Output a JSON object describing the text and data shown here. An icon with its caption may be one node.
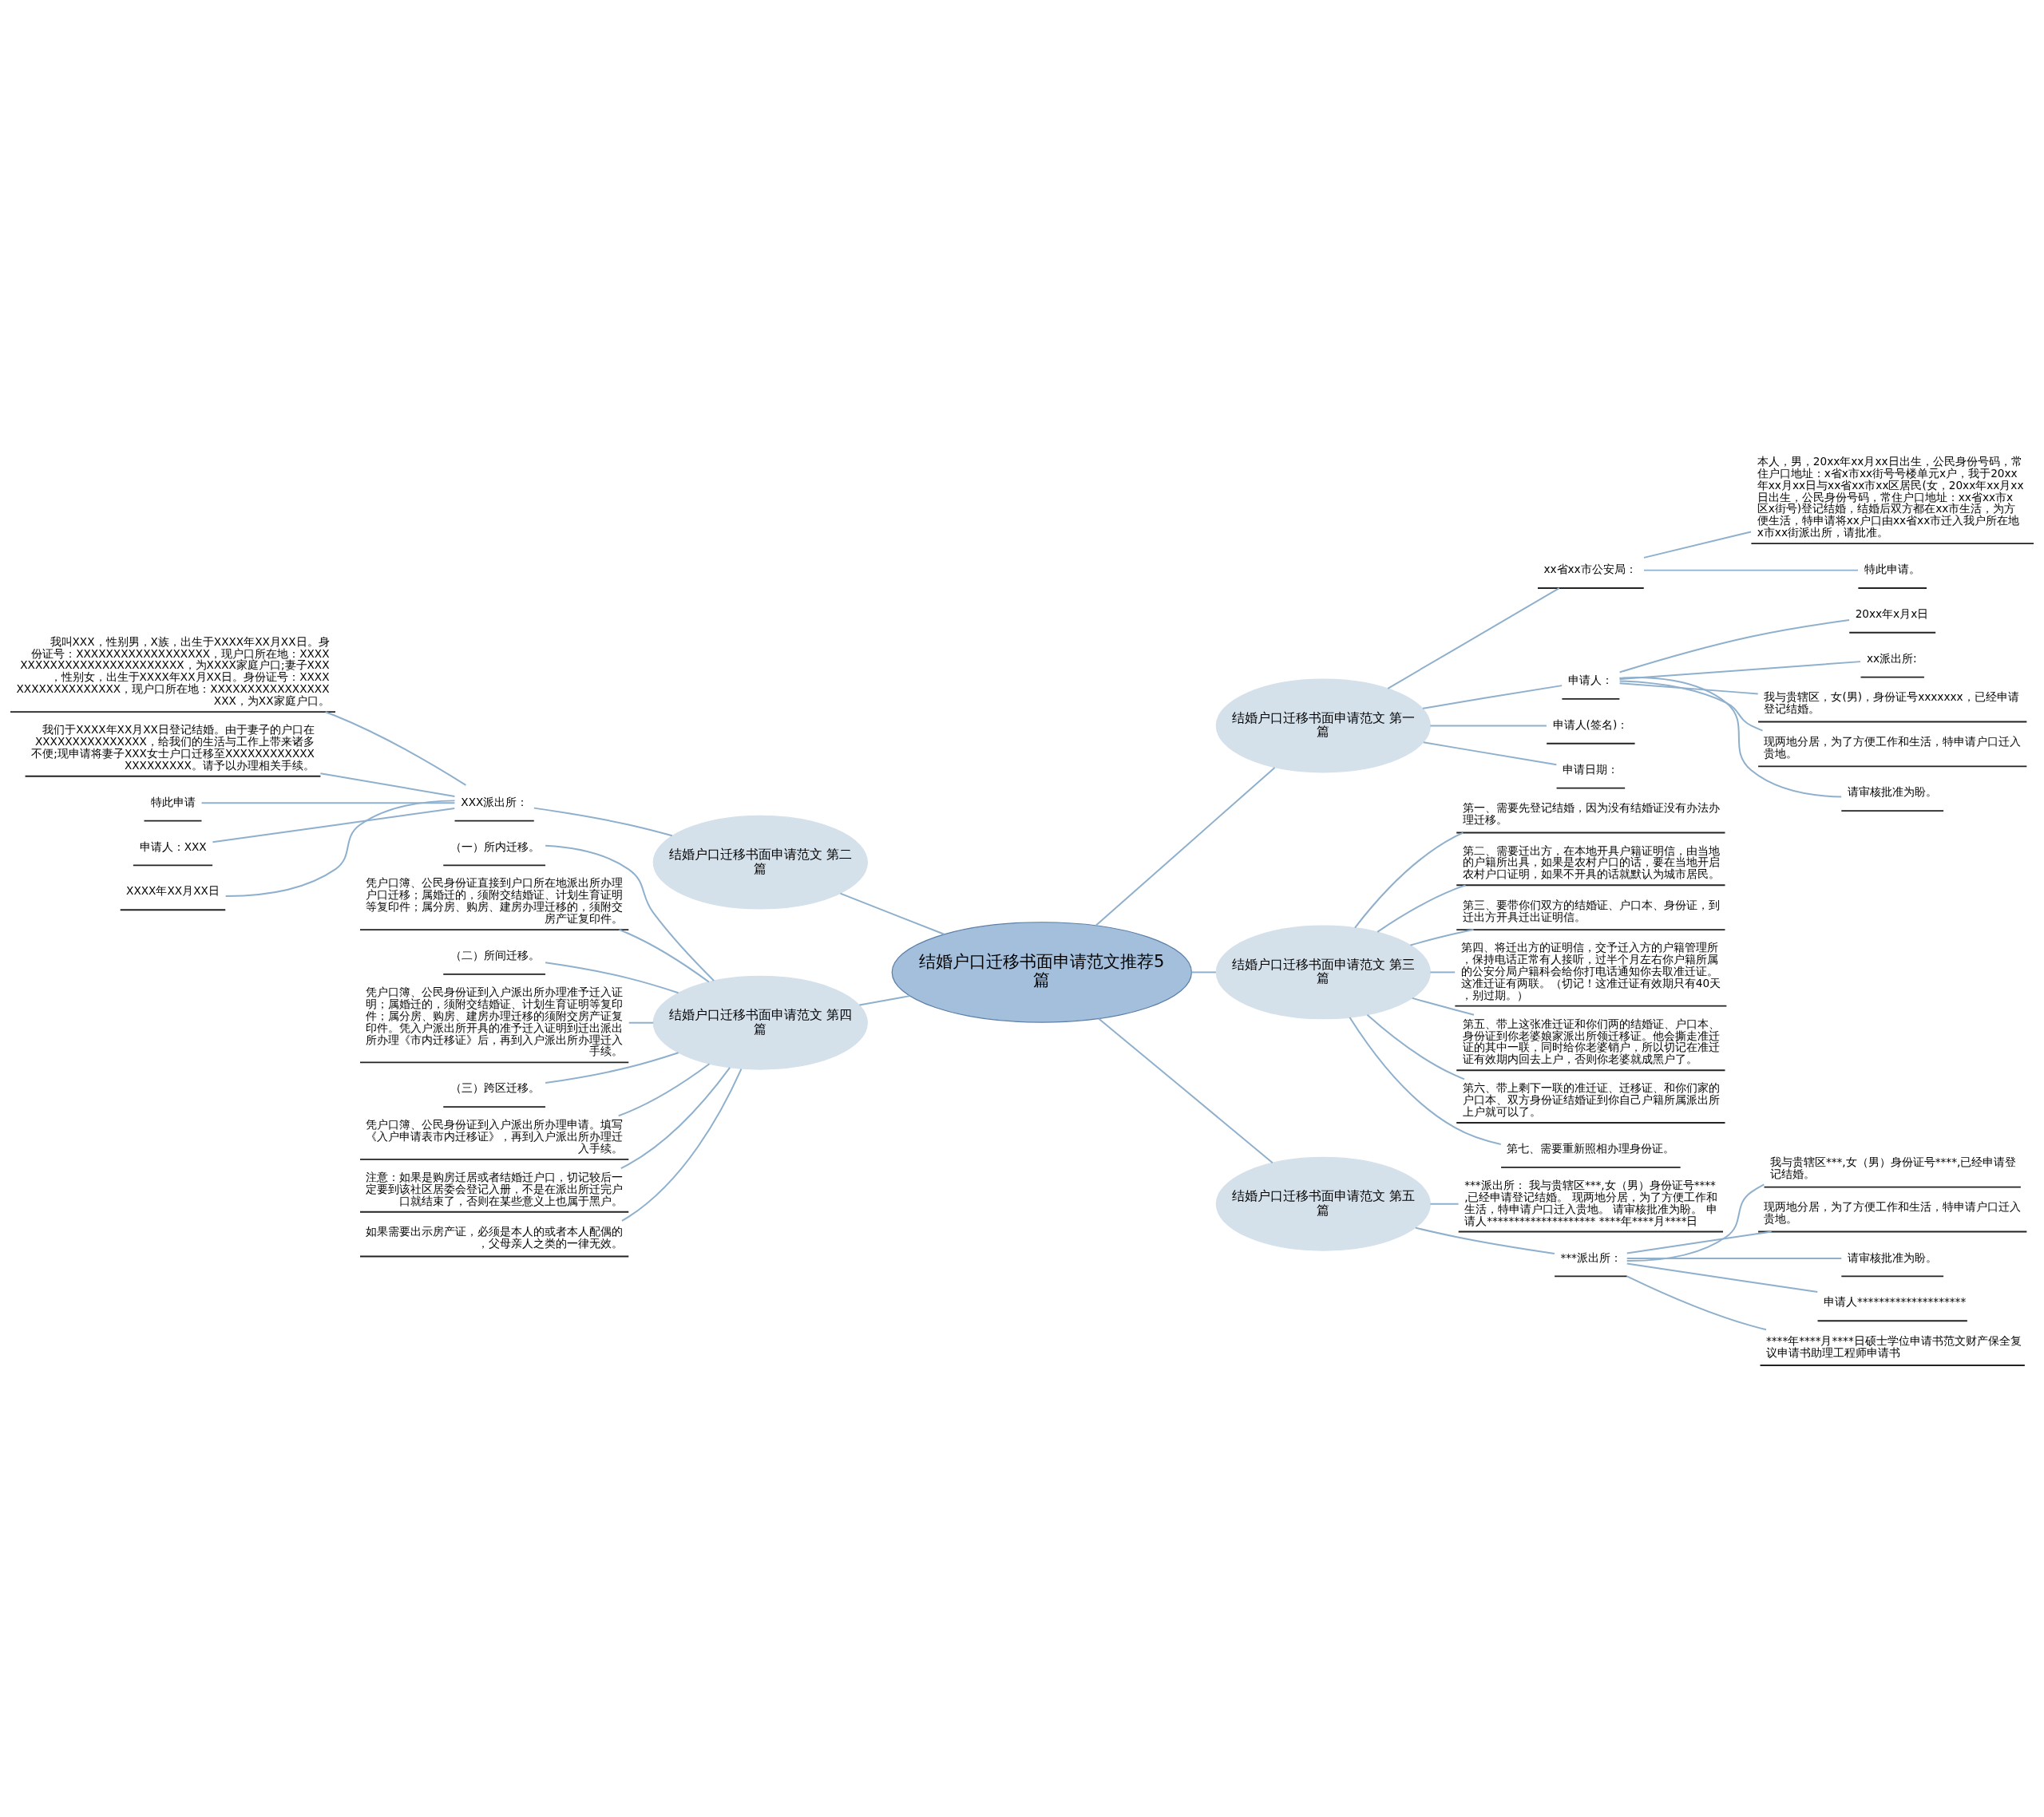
{
  "diagram": {
    "nodes": [
      {
        "text": [
          "结婚户口迁移书面申请范文推荐5篇"
        ]
      },
      {
        "text": [
          "结婚户口迁移书面申请范文 第一篇"
        ]
      },
      {
        "text": [
          "xx省xx市公安局："
        ]
      },
      {
        "text": [
          "本人，男，20xx年xx月xx日出生，公民身份号码，常住户口地址：x省x市xx街号号楼单元x户，我于20xx年xx月xx日与xx省xx市xx区居民(女，20xx年xx月xx日出生，公民身份号码，常住户口地址：xx省xx市x区x街号)登记结婚，结婚后双方都在xx市生活，为方便生活，特申请将xx户口由xx省xx市迁入我户所在地x市xx街派出所，请批准。"
        ]
      },
      {
        "text": [
          "特此申请。"
        ]
      },
      {
        "text": [
          "申请人："
        ]
      },
      {
        "text": [
          "20xx年x月x日"
        ]
      },
      {
        "text": [
          "xx派出所:"
        ]
      },
      {
        "text": [
          "我与贵辖区，女(男)，身份证号xxxxxxx，已经申请登记结婚。"
        ]
      },
      {
        "text": [
          "现两地分居，为了方便工作和生活，特申请户口迁入贵地。"
        ]
      },
      {
        "text": [
          "请审核批准为盼。"
        ]
      },
      {
        "text": [
          "申请人(签名)："
        ]
      },
      {
        "text": [
          "申请日期："
        ]
      },
      {
        "text": [
          "结婚户口迁移书面申请范文 第二篇"
        ]
      },
      {
        "text": [
          "XXX派出所："
        ]
      },
      {
        "text": [
          "我叫XXX，性别男，X族，出生于XXXX年XX月XX日。身份证号：XXXXXXXXXXXXXXXXXX，现户口所在地：XXXXXXXXXXXXXXXXXXXXXXXXXX，为XXXX家庭户口;妻子XXX，性别女，出生于XXXX年XX月XX日。身份证号：XXXXXXXXXXXXXXXXXX，现户口所在地：XXXXXXXXXXXXXXXXXXX，为XX家庭户口。"
        ]
      },
      {
        "text": [
          "我们于XXXX年XX月XX日登记结婚。由于妻子的户口在XXXXXXXXXXXXXXX，给我们的生活与工作上带来诸多不便;现申请将妻子XXX女士户口迁移至XXXXXXXXXXXXXXXXXXXXX。请予以办理相关手续。"
        ]
      },
      {
        "text": [
          "特此申请"
        ]
      },
      {
        "text": [
          "申请人：XXX"
        ]
      },
      {
        "text": [
          "XXXX年XX月XX日"
        ]
      },
      {
        "text": [
          "结婚户口迁移书面申请范文 第三篇"
        ]
      },
      {
        "text": [
          "第一、需要先登记结婚，因为没有结婚证没有办法办理迁移。"
        ]
      },
      {
        "text": [
          "第二、需要迁出方，在本地开具户籍证明信，由当地的户籍所出具，如果是农村户口的话，要在当地开启农村户口证明，如果不开具的话就默认为城市居民。"
        ]
      },
      {
        "text": [
          "第三、要带你们双方的结婚证、户口本、身份证，到迁出方开具迁出证明信。"
        ]
      },
      {
        "text": [
          "第四、将迁出方的证明信，交予迁入方的户籍管理所，保持电话正常有人接听，过半个月左右你户籍所属的公安分局户籍科会给你打电话通知你去取准迁证。这准迁证有两联。（切记！这准迁证有效期只有40天，别过期。）"
        ]
      },
      {
        "text": [
          "第五、带上这张准迁证和你们两的结婚证、户口本、身份证到你老婆娘家派出所领迁移证。他会撕走准迁证的其中一联，同时给你老婆销户，所以切记在准迁证有效期内回去上户，否则你老婆就成黑户了。"
        ]
      },
      {
        "text": [
          "第六、带上剩下一联的准迁证、迁移证、和你们家的户口本、双方身份证结婚证到你自己户籍所属派出所上户就可以了。"
        ]
      },
      {
        "text": [
          "第七、需要重新照相办理身份证。"
        ]
      },
      {
        "text": [
          "结婚户口迁移书面申请范文 第四篇"
        ]
      },
      {
        "text": [
          "（一）所内迁移。"
        ]
      },
      {
        "text": [
          "凭户口簿、公民身份证直接到户口所在地派出所办理户口迁移；属婚迁的，须附交结婚证、计划生育证明等复印件；属分房、购房、建房办理迁移的，须附交房产证复印件。"
        ]
      },
      {
        "text": [
          "（二）所间迁移。"
        ]
      },
      {
        "text": [
          "凭户口簿、公民身份证到入户派出所办理准予迁入证明；属婚迁的，须附交结婚证、计划生育证明等复印件；属分房、购房、建房办理迁移的须附交房产证复印件。凭入户派出所开具的准予迁入证明到迁出派出所办理《市内迁移证》后，再到入户派出所办理迁入手续。"
        ]
      },
      {
        "text": [
          "（三）跨区迁移。"
        ]
      },
      {
        "text": [
          "凭户口簿、公民身份证到入户派出所办理申请。填写《入户申请表市内迁移证》，再到入户派出所办理迁入手续。"
        ]
      },
      {
        "text": [
          "注意：如果是购房迁居或者结婚迁户口，切记较后一定要到该社区居委会登记入册，不是在派出所迁完户口就结束了，否则在某些意义上也属于黑户。"
        ]
      },
      {
        "text": [
          "如果需要出示房产证，必须是本人的或者本人配偶的，父母亲人之类的一律无效。"
        ]
      },
      {
        "text": [
          "结婚户口迁移书面申请范文 第五篇"
        ]
      },
      {
        "text": [
          "***派出所： 我与贵辖区***,女（男）身份证号****,已经申请登记结婚。 现两地分居，为了方便工作和生活，特申请户口迁入贵地。 请审核批准为盼。 申请人******************** ****年****月****日"
        ]
      },
      {
        "text": [
          "***派出所："
        ]
      },
      {
        "text": [
          "我与贵辖区***,女（男）身份证号****,已经申请登记结婚。"
        ]
      },
      {
        "text": [
          "现两地分居，为了方便工作和生活，特申请户口迁入贵地。"
        ]
      },
      {
        "text": [
          "请审核批准为盼。"
        ]
      },
      {
        "text": [
          "申请人********************"
        ]
      },
      {
        "text": [
          "****年****月****日硕士学位申请书范文财产保全复议申请书助理工程师申请书"
        ]
      }
    ],
    "edges": [
      {
        "from": 0,
        "to": 1,
        "arrow": "none"
      },
      {
        "from": 1,
        "to": 2,
        "arrow": "none"
      },
      {
        "from": 2,
        "to": 3,
        "arrow": "none"
      },
      {
        "from": 2,
        "to": 4,
        "arrow": "none"
      },
      {
        "from": 1,
        "to": 5,
        "arrow": "none"
      },
      {
        "from": 5,
        "to": 6,
        "arrow": "none"
      },
      {
        "from": 5,
        "to": 7,
        "arrow": "none"
      },
      {
        "from": 5,
        "to": 8,
        "arrow": "none"
      },
      {
        "from": 5,
        "to": 9,
        "arrow": "none"
      },
      {
        "from": 5,
        "to": 10,
        "arrow": "none"
      },
      {
        "from": 1,
        "to": 11,
        "arrow": "none"
      },
      {
        "from": 1,
        "to": 12,
        "arrow": "none"
      },
      {
        "from": 0,
        "to": 13,
        "arrow": "none"
      },
      {
        "from": 13,
        "to": 14,
        "arrow": "none"
      },
      {
        "from": 14,
        "to": 15,
        "arrow": "none"
      },
      {
        "from": 14,
        "to": 16,
        "arrow": "none"
      },
      {
        "from": 14,
        "to": 17,
        "arrow": "none"
      },
      {
        "from": 14,
        "to": 18,
        "arrow": "none"
      },
      {
        "from": 14,
        "to": 19,
        "arrow": "none"
      },
      {
        "from": 0,
        "to": 20,
        "arrow": "none"
      },
      {
        "from": 20,
        "to": 21,
        "arrow": "none"
      },
      {
        "from": 20,
        "to": 22,
        "arrow": "none"
      },
      {
        "from": 20,
        "to": 23,
        "arrow": "none"
      },
      {
        "from": 20,
        "to": 24,
        "arrow": "none"
      },
      {
        "from": 20,
        "to": 25,
        "arrow": "none"
      },
      {
        "from": 20,
        "to": 26,
        "arrow": "none"
      },
      {
        "from": 20,
        "to": 27,
        "arrow": "none"
      },
      {
        "from": 0,
        "to": 28,
        "arrow": "none"
      },
      {
        "from": 28,
        "to": 29,
        "arrow": "none"
      },
      {
        "from": 28,
        "to": 30,
        "arrow": "none"
      },
      {
        "from": 28,
        "to": 31,
        "arrow": "none"
      },
      {
        "from": 28,
        "to": 32,
        "arrow": "none"
      },
      {
        "from": 28,
        "to": 33,
        "arrow": "none"
      },
      {
        "from": 28,
        "to": 34,
        "arrow": "none"
      },
      {
        "from": 28,
        "to": 35,
        "arrow": "none"
      },
      {
        "from": 28,
        "to": 36,
        "arrow": "none"
      },
      {
        "from": 0,
        "to": 37,
        "arrow": "none"
      },
      {
        "from": 37,
        "to": 38,
        "arrow": "none"
      },
      {
        "from": 37,
        "to": 39,
        "arrow": "none"
      },
      {
        "from": 39,
        "to": 40,
        "arrow": "none"
      },
      {
        "from": 39,
        "to": 41,
        "arrow": "none"
      },
      {
        "from": 39,
        "to": 42,
        "arrow": "none"
      },
      {
        "from": 39,
        "to": 43,
        "arrow": "none"
      },
      {
        "from": 39,
        "to": 44,
        "arrow": "none"
      }
    ]
  }
}
